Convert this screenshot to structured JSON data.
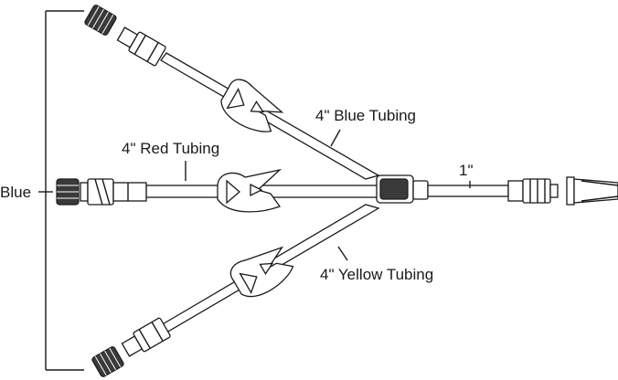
{
  "labels": {
    "bracket": "Blue",
    "blue_tubing": "4\" Blue Tubing",
    "red_tubing": "4\" Red Tubing",
    "yellow_tubing": "4\" Yellow Tubing",
    "main_tubing": "1\""
  }
}
